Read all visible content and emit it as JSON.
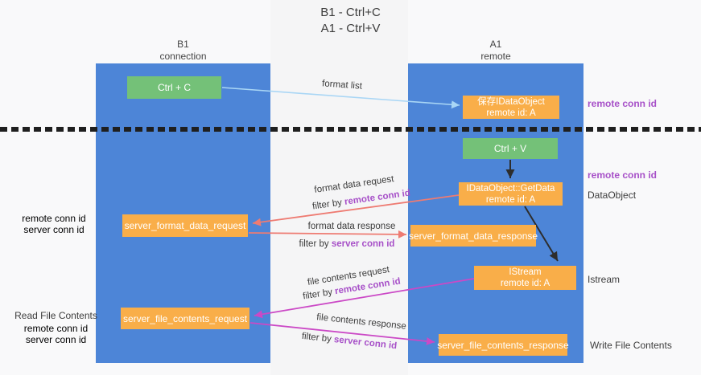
{
  "title": {
    "line1": "B1 - Ctrl+C",
    "line2": "A1 - Ctrl+V"
  },
  "lanes": {
    "left": {
      "title": "B1",
      "subtitle": "connection"
    },
    "right": {
      "title": "A1",
      "subtitle": "remote"
    }
  },
  "nodes": {
    "ctrl_c": {
      "label": "Ctrl + C"
    },
    "ctrl_v": {
      "label": "Ctrl + V"
    },
    "save_dataobject": {
      "line1": "保存IDataObject",
      "line2": "remote id: A"
    },
    "getdata": {
      "line1": "IDataObject::GetData",
      "line2": "remote id: A"
    },
    "istream": {
      "line1": "IStream",
      "line2": "remote id: A"
    },
    "server_format_data_request": {
      "label": "server_format_data_request"
    },
    "server_format_data_response": {
      "label": "server_format_data_response"
    },
    "server_file_contents_request": {
      "label": "server_file_contents_request"
    },
    "server_file_contents_response": {
      "label": "server_file_contents_response"
    }
  },
  "messages": {
    "format_list": {
      "label": "format list"
    },
    "format_data_request": {
      "label": "format data request",
      "filter_prefix": "filter by ",
      "filter_key": "remote conn id"
    },
    "format_data_response": {
      "label": "format data response",
      "filter_prefix": "filter by ",
      "filter_key": "server conn id"
    },
    "file_contents_request": {
      "label": "file contents request",
      "filter_prefix": "filter by ",
      "filter_key": "remote conn id"
    },
    "file_contents_response": {
      "label": "file contents response",
      "filter_prefix": "filter by ",
      "filter_key": "server conn id"
    }
  },
  "annotations": {
    "right_remote_conn_id_top": "remote conn id",
    "right_remote_conn_id_mid": "remote conn id",
    "right_dataobject": "DataObject",
    "right_istream": "Istream",
    "right_write_file_contents": "Write File Contents",
    "left_remote_conn_id_top": "remote conn id",
    "left_server_conn_id_top": "server conn id",
    "left_read_file_contents": "Read File Contents",
    "left_remote_conn_id_bottom": "remote conn id",
    "left_server_conn_id_bottom": "server conn id"
  },
  "colors": {
    "lane_blue": "#4d85d7",
    "node_green": "#74c178",
    "node_orange": "#f9ae49",
    "arrow_red": "#ee7b72",
    "arrow_magenta": "#cb49c6",
    "arrow_light_blue": "#a9d6f5",
    "arrow_black": "#2d2d2d",
    "text_purple": "#a750c8",
    "text_green": "#56b45a",
    "text_dark": "#3c3c3c",
    "separator_black": "#1f1f1f"
  }
}
